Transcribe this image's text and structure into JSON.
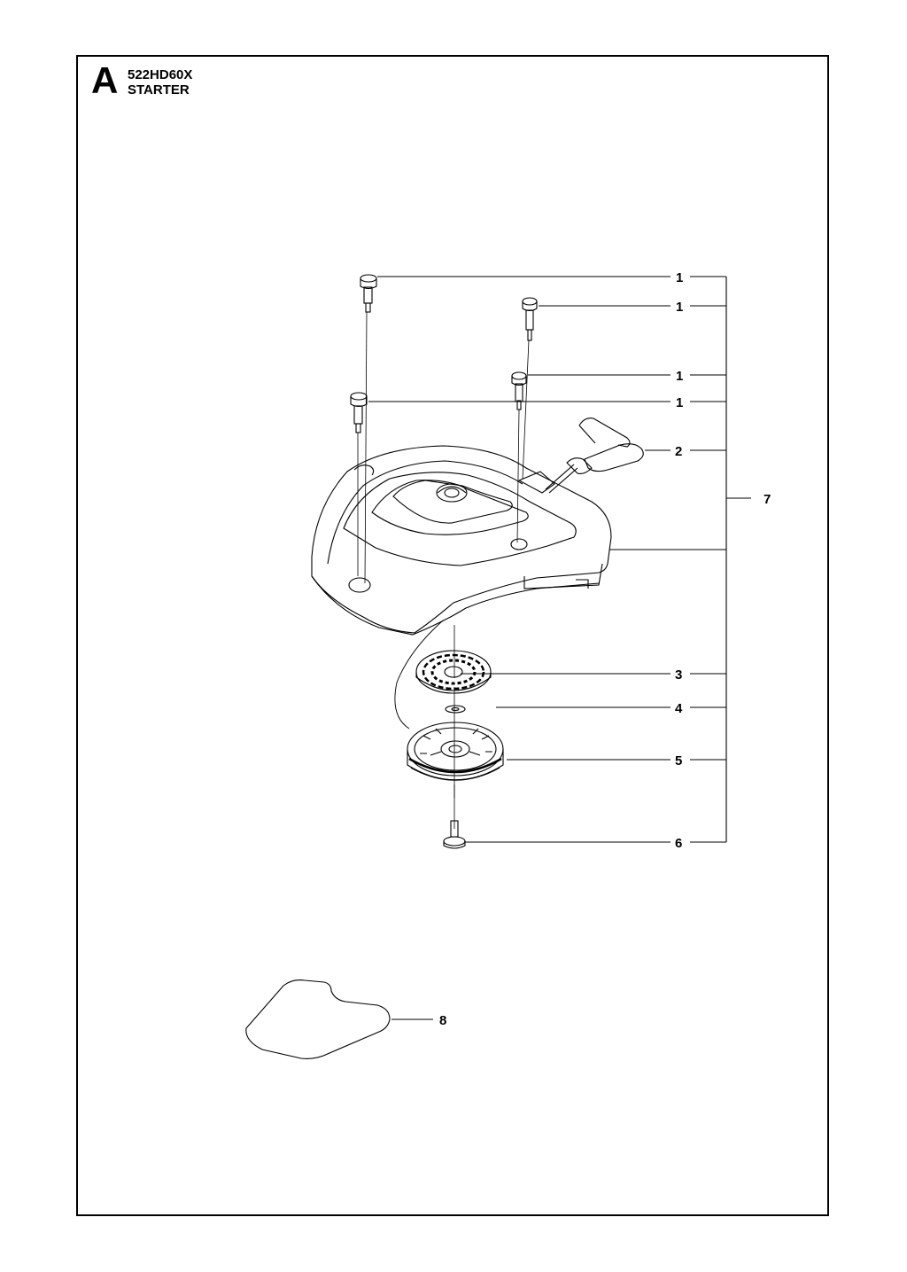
{
  "header": {
    "section_letter": "A",
    "model": "522HD60X",
    "section": "STARTER"
  },
  "callouts": [
    {
      "id": "screw-top-left",
      "label": "1"
    },
    {
      "id": "screw-top-right",
      "label": "1"
    },
    {
      "id": "screw-middle",
      "label": "1"
    },
    {
      "id": "screw-left",
      "label": "1"
    },
    {
      "id": "starter-handle",
      "label": "2"
    },
    {
      "id": "recoil-spring",
      "label": "3"
    },
    {
      "id": "washer",
      "label": "4"
    },
    {
      "id": "pulley",
      "label": "5"
    },
    {
      "id": "pulley-screw",
      "label": "6"
    },
    {
      "id": "starter-assembly",
      "label": "7"
    },
    {
      "id": "decal",
      "label": "8"
    }
  ]
}
